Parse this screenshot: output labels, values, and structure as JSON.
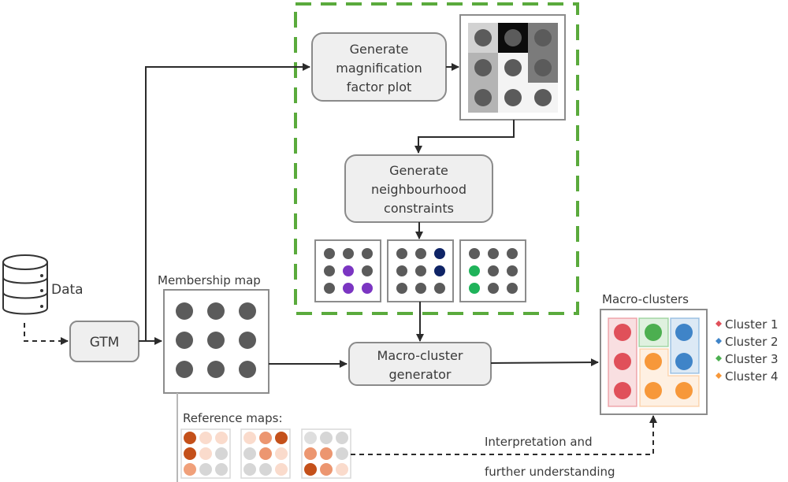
{
  "colors": {
    "process_fill": "#efefef",
    "process_stroke": "#8a8a8a",
    "frame_stroke": "#8c8c8c",
    "node_gray": "#5b5b5b",
    "arrow": "#2b2b2b",
    "group_dash": "#5aaa3c",
    "purple": "#7b35c2",
    "navy": "#0f2466",
    "green": "#1fb35a",
    "cluster_colors": [
      "#e0505a",
      "#3f84c8",
      "#4caf50",
      "#f7983a"
    ]
  },
  "data_source": {
    "label": "Data",
    "icon": "database-icon"
  },
  "steps": {
    "gtm": "GTM",
    "magnification": [
      "Generate",
      "magnification",
      "factor plot"
    ],
    "neighbourhood": [
      "Generate",
      "neighbourhood",
      "constraints"
    ],
    "macro_generator": [
      "Macro-cluster",
      "generator"
    ]
  },
  "membership_map": {
    "title": "Membership map"
  },
  "magnification_plot": {
    "cell_shades": [
      [
        "#d2d2d2",
        "#0c0c0c",
        "#7b7b7b"
      ],
      [
        "#b4b4b4",
        "#f4f4f4",
        "#7b7b7b"
      ],
      [
        "#b4b4b4",
        "#f4f4f4",
        "#f4f4f4"
      ]
    ]
  },
  "neighbourhood_maps": [
    {
      "highlight": "purple",
      "cells": [
        [
          0,
          0,
          0
        ],
        [
          0,
          1,
          0
        ],
        [
          0,
          1,
          1
        ]
      ]
    },
    {
      "highlight": "navy",
      "cells": [
        [
          0,
          0,
          1
        ],
        [
          0,
          0,
          1
        ],
        [
          0,
          0,
          0
        ]
      ]
    },
    {
      "highlight": "green",
      "cells": [
        [
          0,
          0,
          0
        ],
        [
          1,
          0,
          0
        ],
        [
          1,
          0,
          0
        ]
      ]
    }
  ],
  "reference_maps": {
    "title": "Reference maps:",
    "maps": [
      [
        [
          "#c4501a",
          "#fadbcc",
          "#fadbcc"
        ],
        [
          "#c4501a",
          "#fadbcc",
          "#d6d6d6"
        ],
        [
          "#f0a07a",
          "#d6d6d6",
          "#d6d6d6"
        ]
      ],
      [
        [
          "#fadbcc",
          "#ec9670",
          "#c4501a"
        ],
        [
          "#d6d6d6",
          "#ec9670",
          "#fadbcc"
        ],
        [
          "#d6d6d6",
          "#d6d6d6",
          "#fadbcc"
        ]
      ],
      [
        [
          "#dedede",
          "#d6d6d6",
          "#d6d6d6"
        ],
        [
          "#ec9670",
          "#ec9670",
          "#d6d6d6"
        ],
        [
          "#c4501a",
          "#ec9670",
          "#fadbcc"
        ]
      ]
    ]
  },
  "macro_clusters": {
    "title": "Macro-clusters",
    "assignment": [
      [
        1,
        3,
        2
      ],
      [
        1,
        4,
        2
      ],
      [
        1,
        4,
        4
      ]
    ],
    "legend": [
      "Cluster 1",
      "Cluster 2",
      "Cluster 3",
      "Cluster 4"
    ]
  },
  "interpretation": {
    "line1": "Interpretation and",
    "line2": "further understanding"
  }
}
